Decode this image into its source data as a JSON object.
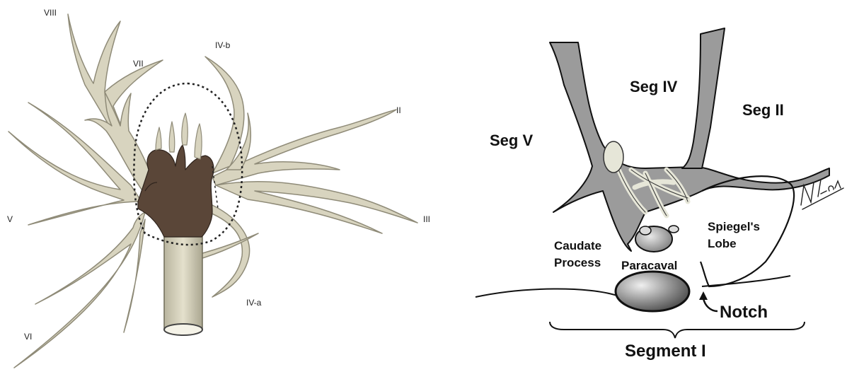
{
  "left_figure": {
    "branch_labels": {
      "viii": "VIII",
      "vii": "VII",
      "ivb": "IV-b",
      "ii": "II",
      "v": "V",
      "iii": "III",
      "iva": "IV-a",
      "vi": "VI"
    },
    "colors": {
      "branch_fill": "#d8d4bf",
      "branch_stroke": "#8f8b78",
      "caudate_veins": "#5a4638",
      "outline": "#222222"
    }
  },
  "right_figure": {
    "labels": {
      "seg_iv": "Seg IV",
      "seg_ii": "Seg II",
      "seg_v": "Seg V",
      "caudate_process": [
        "Caudate",
        "Process"
      ],
      "spiegel_lobe": [
        "Spiegel's",
        "Lobe"
      ],
      "paracaval": "Paracaval",
      "notch": "Notch",
      "segment_i": "Segment I"
    },
    "signature": "N Lam",
    "colors": {
      "vessel_fill": "#9b9b9b",
      "vessel_light": "#e6e6d8",
      "outline": "#111111"
    }
  }
}
